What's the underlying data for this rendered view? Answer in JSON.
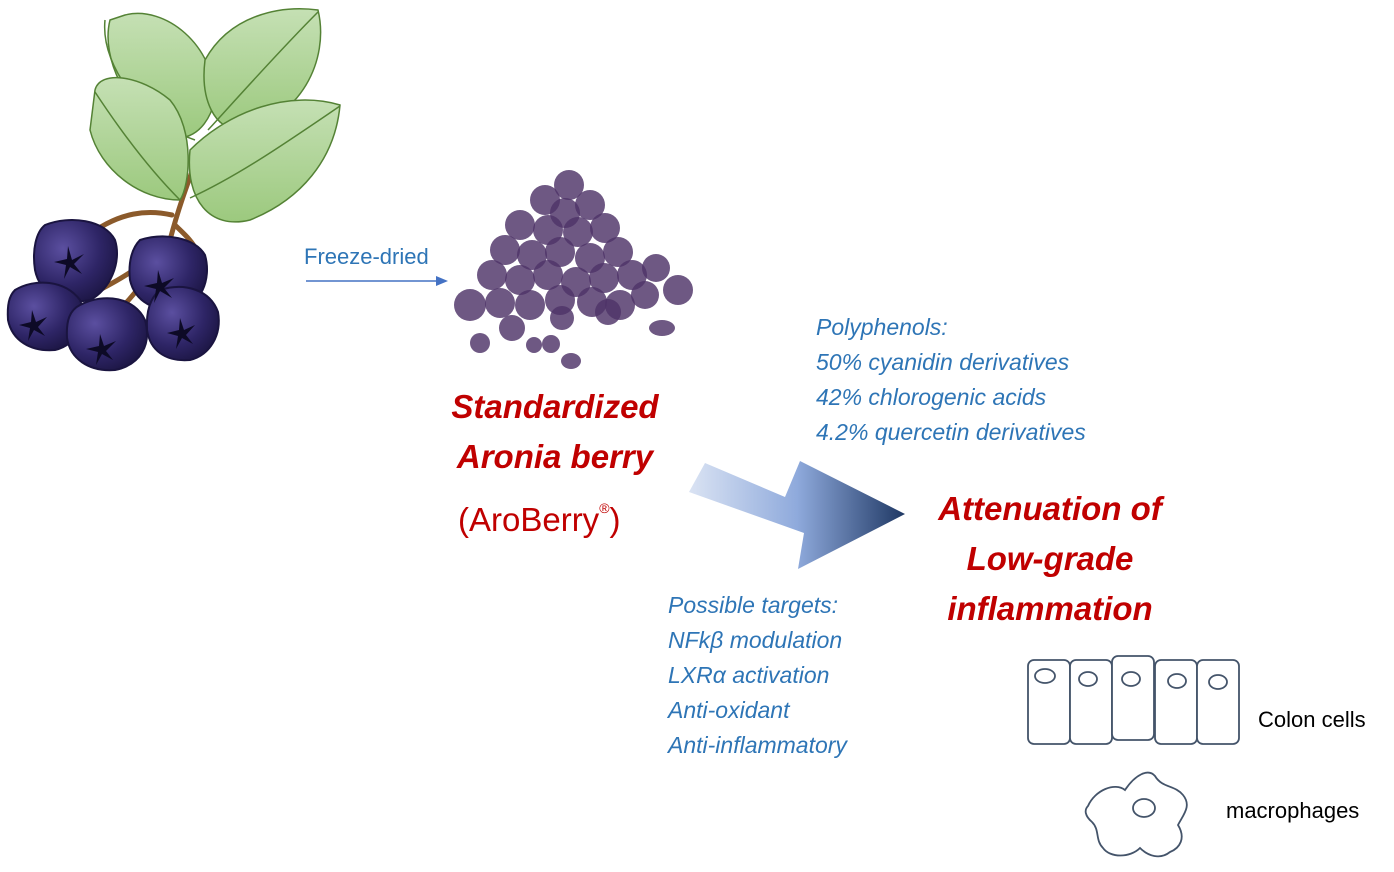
{
  "process": {
    "arrow_label": "Freeze-dried"
  },
  "product": {
    "line1": "Standardized",
    "line2": "Aronia berry",
    "brand_open": "(AroBerry",
    "brand_mark": "®",
    "brand_close": ")"
  },
  "polyphenols": {
    "heading": "Polyphenols:",
    "items": [
      "50% cyanidin derivatives",
      "42% chlorogenic acids",
      "4.2% quercetin derivatives"
    ]
  },
  "outcome": {
    "lines": [
      "Attenuation of",
      "Low-grade",
      "inflammation"
    ]
  },
  "targets": {
    "heading": "Possible targets:",
    "items": [
      "NFkβ modulation",
      "LXRα activation",
      "Anti-oxidant",
      "Anti-inflammatory"
    ]
  },
  "cells": {
    "colon_label": "Colon cells",
    "macrophage_label": "macrophages"
  },
  "colors": {
    "text_blue": "#2E75B6",
    "text_red": "#C00000",
    "berry_purple": "#3B2A6B",
    "powder_purple": "#4E3368",
    "leaf_green": "#A9D18E",
    "cell_outline": "#44546A"
  },
  "icons": [
    "aronia-plant-icon",
    "berry-powder-icon",
    "gradient-arrow-icon",
    "colon-cells-icon",
    "macrophage-icon"
  ]
}
